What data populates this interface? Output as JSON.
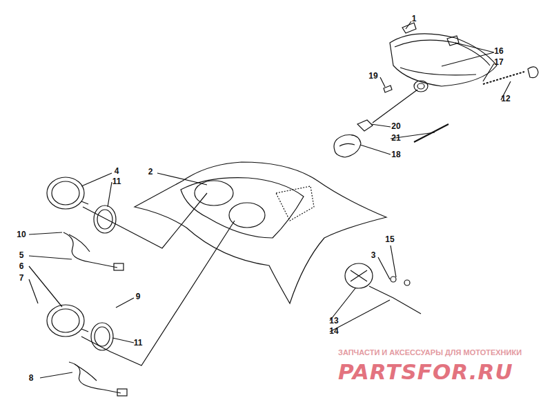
{
  "diagram": {
    "labels": [
      "1",
      "16",
      "17",
      "19",
      "12",
      "20",
      "21",
      "18",
      "2",
      "4",
      "11",
      "10",
      "5",
      "6",
      "7",
      "9",
      "11",
      "8",
      "15",
      "3",
      "13",
      "14",
      "ЗАПЧАСТИ И АКСЕССУАРЫ ДЛЯ МОТОТЕХНИКИ",
      "PARTSFOR.RU"
    ]
  }
}
